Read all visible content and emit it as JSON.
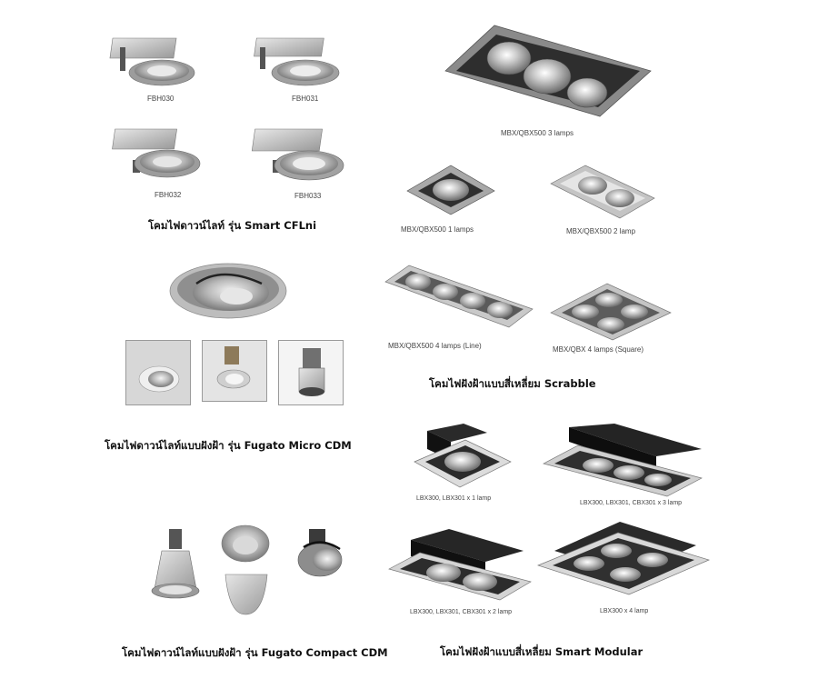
{
  "sections": {
    "cflni": {
      "heading": "โคมไฟดาวน์ไลท์ รุ่น Smart CFLni",
      "products": [
        "FBH030",
        "FBH031",
        "FBH032",
        "FBH033"
      ]
    },
    "scrabble": {
      "heading": "โคมไฟฝังฝ้าแบบสี่เหลี่ยม Scrabble",
      "products": [
        "MBX/QBX500 3 lamps",
        "MBX/QBX500 1 lamps",
        "MBX/QBX500 2 lamp",
        "MBX/QBX500 4 lamps (Line)",
        "MBX/QBX 4 lamps (Square)"
      ]
    },
    "micro": {
      "heading": "โคมไฟดาวน์ไลท์แบบฝังฝ้า รุ่น Fugato Micro CDM"
    },
    "compact": {
      "heading": "โคมไฟดาวน์ไลท์แบบฝังฝ้า รุ่น Fugato Compact CDM"
    },
    "modular": {
      "heading": "โคมไฟฝังฝ้าแบบสี่เหลี่ยม Smart Modular",
      "products": [
        "LBX300, LBX301 x 1 lamp",
        "LBX300, LBX301, CBX301 x 3 lamp",
        "LBX300, LBX301, CBX301 x 2 lamp",
        "LBX300 x 4 lamp"
      ]
    }
  }
}
